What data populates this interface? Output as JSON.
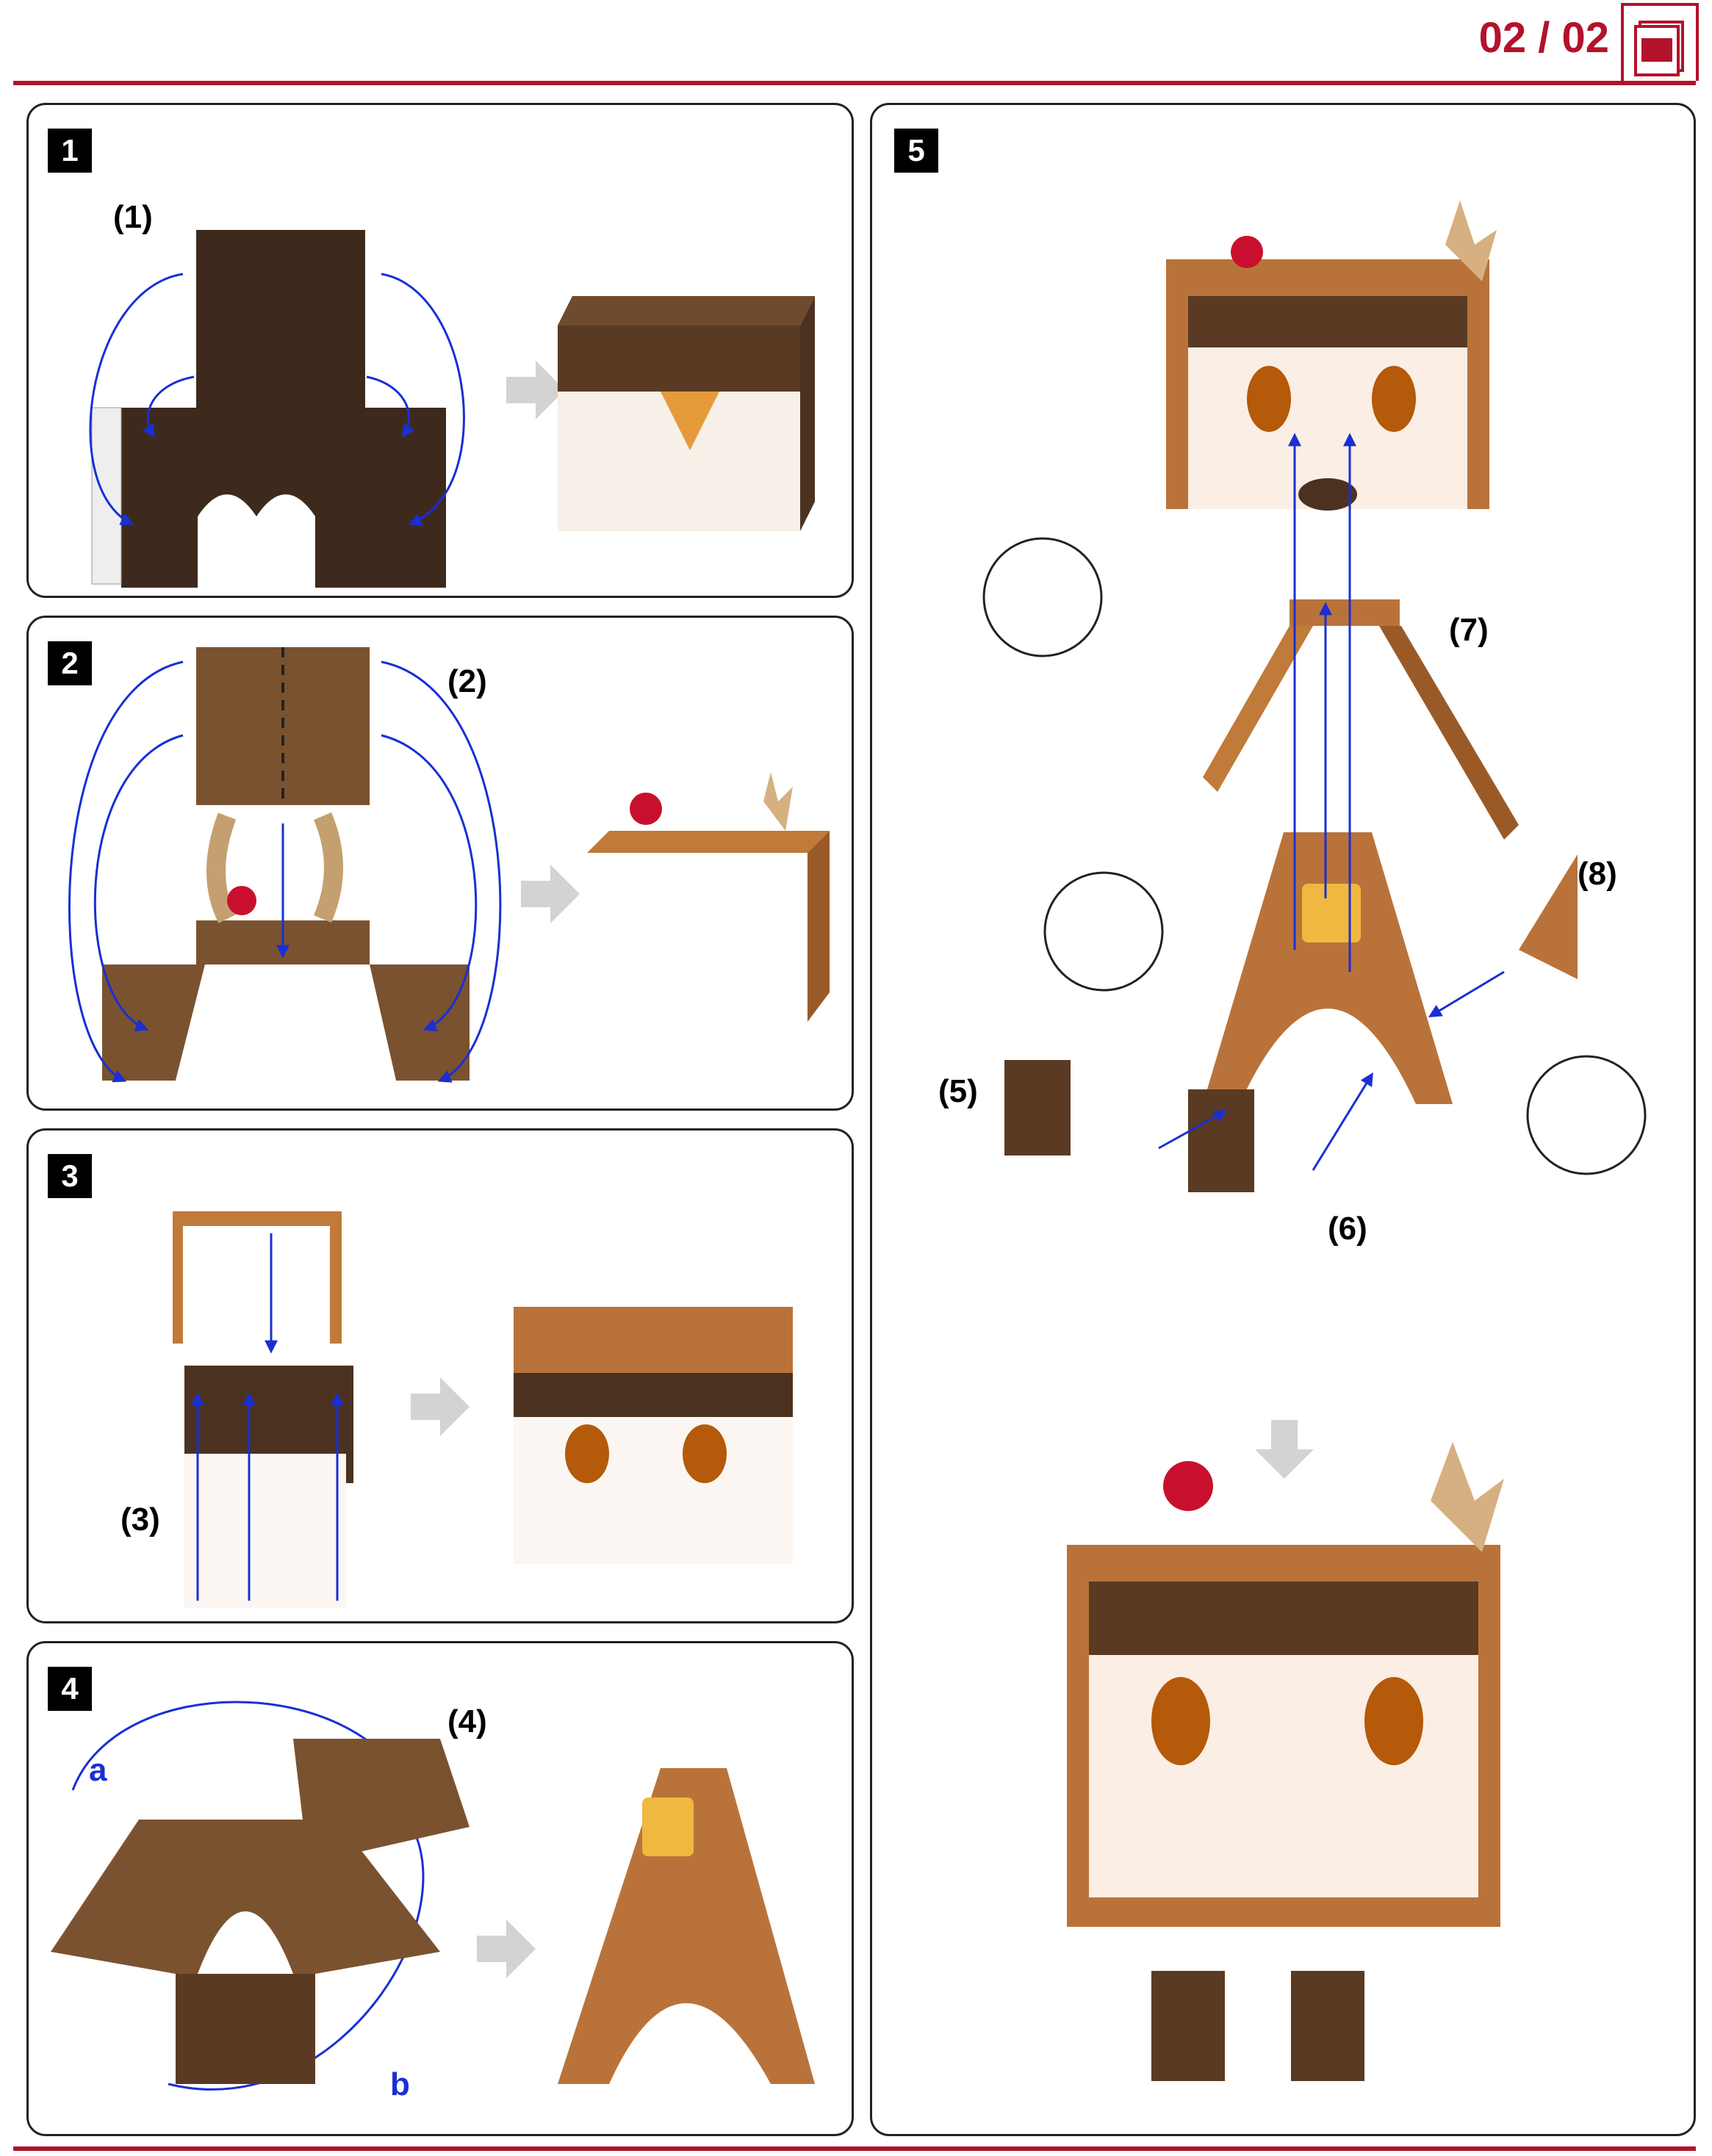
{
  "page": {
    "number": "02 / 02",
    "icon": "document-stack-icon"
  },
  "colors": {
    "accent": "#b3122b",
    "arrow": "#1a2fd4",
    "brown_dark": "#4b3220",
    "brown_mid": "#7a5230",
    "brown_light": "#b9733a",
    "skin": "#fbeee4"
  },
  "steps": [
    {
      "number": "1",
      "label": "(1)"
    },
    {
      "number": "2",
      "label": "(2)"
    },
    {
      "number": "3",
      "label": "(3)"
    },
    {
      "number": "4",
      "label": "(4)",
      "fold_a": "a",
      "fold_b": "b"
    },
    {
      "number": "5",
      "labels": [
        "(5)",
        "(6)",
        "(7)",
        "(8)"
      ]
    }
  ]
}
